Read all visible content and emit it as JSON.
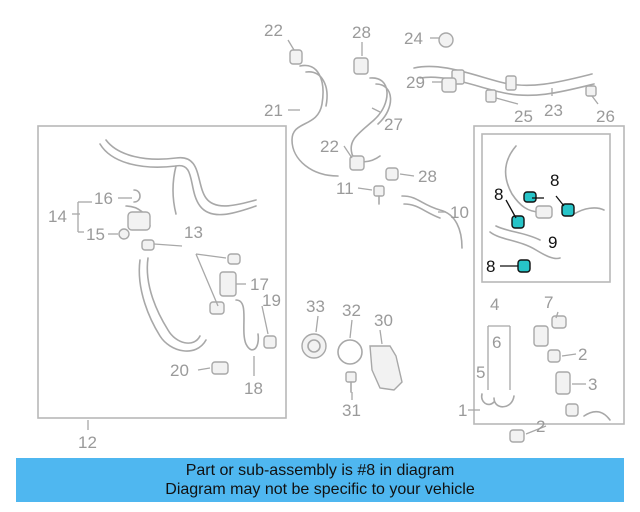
{
  "callouts": {
    "c1": "1",
    "c2a": "2",
    "c2b": "2",
    "c3": "3",
    "c4": "4",
    "c5": "5",
    "c6": "6",
    "c7": "7",
    "c8a": "8",
    "c8b": "8",
    "c8c": "8",
    "c9": "9",
    "c10": "10",
    "c11": "11",
    "c12": "12",
    "c13": "13",
    "c14": "14",
    "c15": "15",
    "c16": "16",
    "c17": "17",
    "c18": "18",
    "c19": "19",
    "c20": "20",
    "c21": "21",
    "c22a": "22",
    "c22b": "22",
    "c23": "23",
    "c24": "24",
    "c25": "25",
    "c26": "26",
    "c27": "27",
    "c28a": "28",
    "c28b": "28",
    "c29": "29",
    "c30": "30",
    "c31": "31",
    "c32": "32",
    "c33": "33"
  },
  "highlight_color": "#27c4c8",
  "banner": {
    "line1": "Part or sub-assembly is #8 in diagram",
    "line2": "Diagram may not be specific to your vehicle",
    "color": "#4fb7f0"
  }
}
